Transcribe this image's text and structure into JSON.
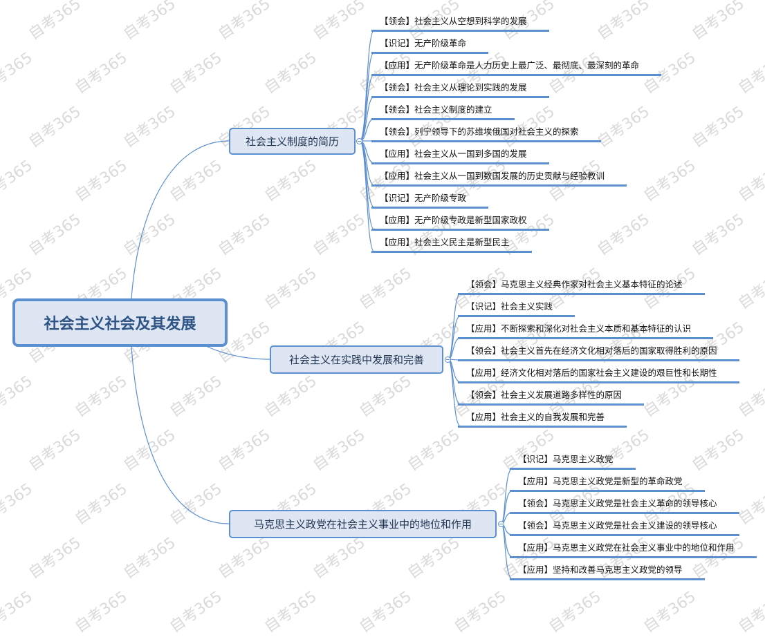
{
  "watermark": "自考365",
  "colors": {
    "line": "#5b8fd0",
    "node_fill": "#dde6f2",
    "root_text": "#2f5486"
  },
  "root": {
    "label": "社会主义社会及其发展"
  },
  "branches": [
    {
      "label": "社会主义制度的简历",
      "items": [
        "【领会】社会主义从空想到科学的发展",
        "【识记】无产阶级革命",
        "【应用】无产阶级革命是人力历史上最广泛、最彻底、最深刻的革命",
        "【领会】社会主义从理论到实践的发展",
        "【领会】社会主义制度的建立",
        "【领会】列宁领导下的苏维埃俄国对社会主义的探索",
        "【应用】社会主义从一国到多国的发展",
        "【应用】社会主义从一国到数国发展的历史贡献与经验教训",
        "【识记】无产阶级专政",
        "【应用】无产阶级专政是新型国家政权",
        "【应用】社会主义民主是新型民主"
      ]
    },
    {
      "label": "社会主义在实践中发展和完善",
      "items": [
        "【领会】马克思主义经典作家对社会主义基本特征的论述",
        "【识记】社会主义实践",
        "【应用】不断探索和深化对社会主义本质和基本特征的认识",
        "【领会】社会主义首先在经济文化相对落后的国家取得胜利的原因",
        "【应用】经济文化相对落后的国家社会主义建设的艰巨性和长期性",
        "【领会】社会主义发展道路多样性的原因",
        "【应用】社会主义的自我发展和完善"
      ]
    },
    {
      "label": "马克思主义政党在社会主义事业中的地位和作用",
      "items": [
        "【识记】马克思主义政党",
        "【应用】马克思主义政党是新型的革命政党",
        "【领会】马克思主义政党是社会主义革命的领导核心",
        "【领会】马克思主义政党是社会主义建设的领导核心",
        "【应用】马克思主义政党在社会主义事业中的地位和作用",
        "【应用】坚持和改善马克思主义政党的领导"
      ]
    }
  ]
}
